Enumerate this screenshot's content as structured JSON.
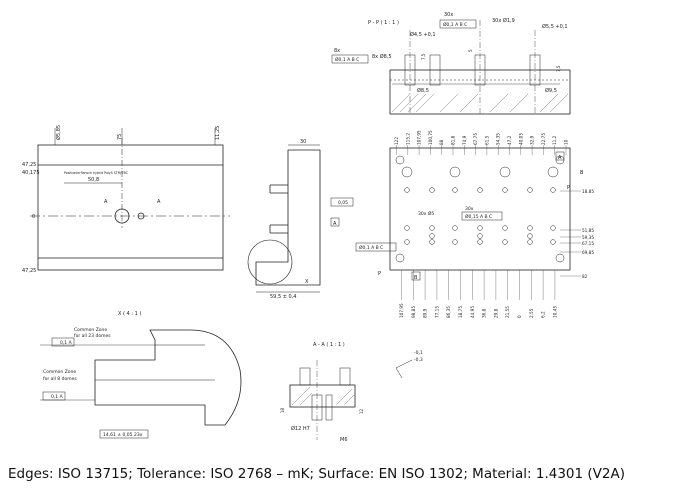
{
  "caption": "Edges: ISO 13715; Tolerance: ISO 2768 – mK; Surface: EN ISO 1302; Material: 1.4301 (V2A)",
  "views": {
    "front": {
      "top_dims": [
        "Ø5,85",
        "75",
        "11,25"
      ],
      "left_dims": [
        "47,25",
        "40,175",
        "0",
        "47,25"
      ],
      "dim_50_8": "50,8",
      "annotation": "Positionierflansch hybrid PolyS STM/TBC",
      "section_a_left": "A",
      "section_a_right": "A"
    },
    "side": {
      "width_dim": "30",
      "bottom_dim": "59,5 ± 0,4",
      "flatness": "0,05",
      "datum": "A",
      "detail_mark": "X"
    },
    "section_pp": {
      "title": "P - P ( 1 : 1 )",
      "top_dims": [
        "30x",
        "Ø0,1 A B C",
        "30x Ø1,9",
        "Ø5,5 +0,1"
      ],
      "left_dims": [
        "8x",
        "Ø0,1 A B C",
        "8x Ø8,5",
        "Ø4,5 +0,1"
      ],
      "inner_dims": [
        "Ø8,5",
        "Ø9,5",
        "5",
        "7,5",
        "7,5"
      ]
    },
    "plan": {
      "top_ticks": [
        "122",
        "115,2",
        "107,95",
        "100,75",
        "88",
        "81,8",
        "74,9",
        "67,75",
        "61,5",
        "54,35",
        "47,2",
        "40,05",
        "32,9",
        "22,75",
        "11,2",
        "10"
      ],
      "right_dims": [
        "18,85",
        "51,85",
        "59,35",
        "67,15",
        "69,85",
        "82"
      ],
      "bottom_ticks": [
        "107,95",
        "98,85",
        "89,9",
        "77,15",
        "86,35",
        "18,75",
        "44,95",
        "36,8",
        "29,8",
        "21,55",
        "0",
        "2,55",
        "6,2",
        "10,45"
      ],
      "fcf_left": "Ø0,1 A B C",
      "fcf_mid": "30x Ø5",
      "fcf_mid2": "30x",
      "fcf_mid3": "Ø0,15 A B C",
      "datum_b": "B",
      "datum_a": "A",
      "section_p_left": "P",
      "section_p_right": "P",
      "mark_b": "B"
    },
    "detail_x": {
      "title": "X ( 4 : 1 )",
      "zone1": "Common Zone",
      "zone1b": "for all 23 domes",
      "zone1_tol": "0,1 A",
      "zone2": "Common Zone",
      "zone2b": "for all 8 domes",
      "zone2_tol": "0,1 A",
      "bottom_dim": "14,61 ± 0,05  23x"
    },
    "section_aa": {
      "title": "A - A ( 1 : 1 )",
      "dims": [
        "Ø12 H7",
        "M6",
        "18",
        "12"
      ],
      "tol": [
        "-0,1",
        "-0,3"
      ]
    }
  }
}
